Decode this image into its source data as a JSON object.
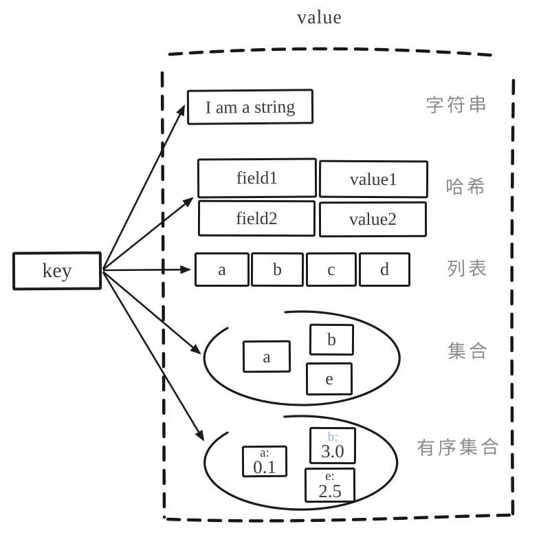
{
  "title": "value",
  "key_label": "key",
  "colors": {
    "ink": "#1b1b1b",
    "box_text": "#3a3a3a",
    "type_label_gray": "#8b8b8b",
    "zset_b_highlight": "#85aed1",
    "background": "#ffffff"
  },
  "sections": {
    "string": {
      "label": "字符串",
      "value": "I am a string"
    },
    "hash": {
      "label": "哈希",
      "rows": [
        {
          "field": "field1",
          "value": "value1"
        },
        {
          "field": "field2",
          "value": "value2"
        }
      ]
    },
    "list": {
      "label": "列表",
      "items": [
        "a",
        "b",
        "c",
        "d"
      ]
    },
    "set": {
      "label": "集合",
      "members": [
        "a",
        "b",
        "e"
      ]
    },
    "zset": {
      "label": "有序集合",
      "members": [
        {
          "name": "a:",
          "score": "0.1"
        },
        {
          "name": "b:",
          "score": "3.0"
        },
        {
          "name": "e:",
          "score": "2.5"
        }
      ]
    }
  }
}
